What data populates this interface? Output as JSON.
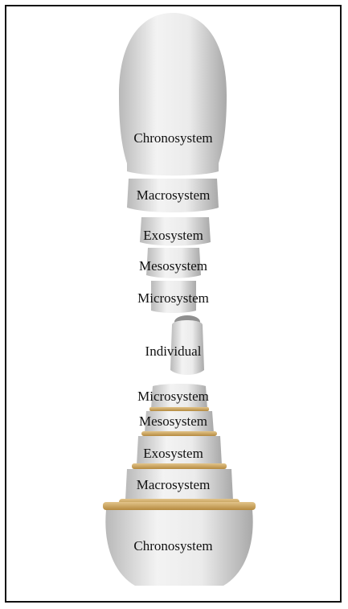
{
  "layers_top": [
    {
      "label": "Chronosystem"
    },
    {
      "label": "Macrosystem"
    },
    {
      "label": "Exosystem"
    },
    {
      "label": "Mesosystem"
    },
    {
      "label": "Microsystem"
    }
  ],
  "center": {
    "label": "Individual"
  },
  "layers_bottom": [
    {
      "label": "Microsystem"
    },
    {
      "label": "Mesosystem"
    },
    {
      "label": "Exosystem"
    },
    {
      "label": "Macrosystem"
    },
    {
      "label": "Chronosystem"
    }
  ],
  "colors": {
    "doll_body": "#e6e6e6",
    "doll_shade": "#bdbdbd",
    "rim_gold": "#c9a25a",
    "frame_border": "#111111",
    "text": "#111111"
  }
}
